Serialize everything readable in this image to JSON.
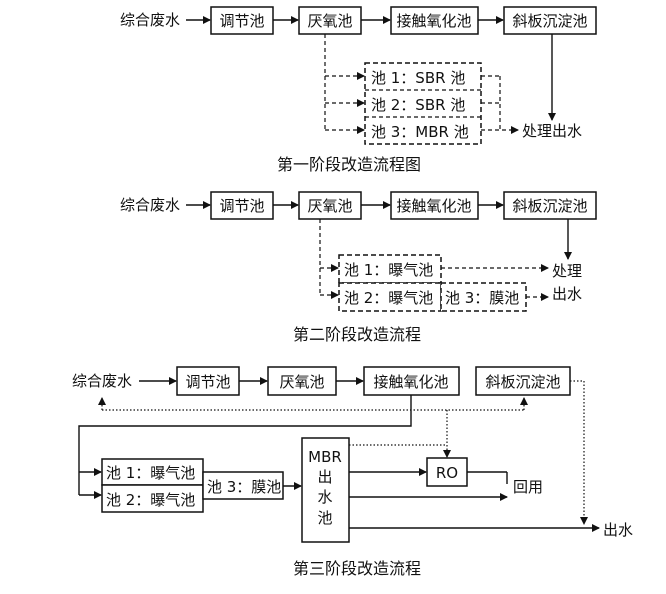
{
  "stage1": {
    "title": "第一阶段改造流程图",
    "influent": "综合废水",
    "regulating_tank": "调节池",
    "anoxic_tank": "厌氧池",
    "contact_oxidation_tank": "接触氧化池",
    "inclined_plate_settler": "斜板沉淀池",
    "tank1": "池 1：SBR 池",
    "tank2": "池 2：SBR 池",
    "tank3": "池 3：MBR 池",
    "effluent": "处理出水"
  },
  "stage2": {
    "title": "第二阶段改造流程",
    "influent": "综合废水",
    "regulating_tank": "调节池",
    "anoxic_tank": "厌氧池",
    "contact_oxidation_tank": "接触氧化池",
    "inclined_plate_settler": "斜板沉淀池",
    "tank1": "池 1：曝气池",
    "tank2": "池 2：曝气池",
    "tank3": "池 3：膜池",
    "effluent_line1": "处理",
    "effluent_line2": "出水"
  },
  "stage3": {
    "title": "第三阶段改造流程",
    "influent": "综合废水",
    "regulating_tank": "调节池",
    "anoxic_tank": "厌氧池",
    "contact_oxidation_tank": "接触氧化池",
    "inclined_plate_settler": "斜板沉淀池",
    "tank1": "池 1：曝气池",
    "tank2": "池 2：曝气池",
    "tank3": "池 3：膜池",
    "mbr_lines": [
      "MBR",
      "出",
      "水",
      "池"
    ],
    "ro": "RO",
    "reuse": "回用",
    "effluent": "出水"
  }
}
